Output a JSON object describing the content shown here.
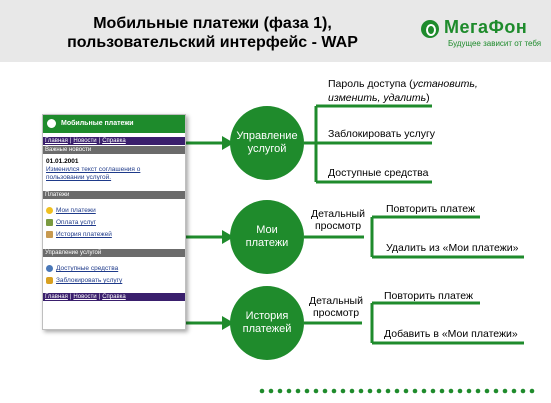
{
  "header": {
    "title_line1": "Мобильные платежи (фаза 1),",
    "title_line2": "пользовательский интерфейс - WAP",
    "logo_text": "МегаФон",
    "logo_slogan": "Будущее зависит от тебя"
  },
  "wap": {
    "app_title": "Мобильные платежи",
    "nav": [
      "Главная",
      "Новости",
      "Справка"
    ],
    "sec_news": "Важные новости",
    "news_date": "01.01.2001",
    "news_text_1": "Изменился текст соглашения о",
    "news_text_2": "пользовании услугой.",
    "sec_payments": "Платежи",
    "pay_items": [
      "Мои платежи",
      "Оплата услуг",
      "История платежей"
    ],
    "sec_service": "Управление услугой",
    "svc_items": [
      "Доступные средства",
      "Заблокировать услугу"
    ]
  },
  "nodes": {
    "manage": {
      "line1": "Управление",
      "line2": "услугой"
    },
    "my": {
      "line1": "Мои",
      "line2": "платежи"
    },
    "history": {
      "line1": "История",
      "line2": "платежей"
    }
  },
  "labels": {
    "password_1_plain": "Пароль доступа (",
    "password_1_italic": "установить,",
    "password_2_italic": "изменить, удалить",
    "password_2_plain": ")",
    "block": "Заблокировать услугу",
    "funds": "Доступные средства",
    "detail_1": "Детальный",
    "detail_2": "просмотр",
    "repeat": "Повторить платеж",
    "delete": "Удалить из «Мои платежи»",
    "add": "Добавить в «Мои платежи»"
  },
  "colors": {
    "accent": "#1f8b2c",
    "nav": "#3a1f6d",
    "header_bg": "#e8e8e8"
  }
}
